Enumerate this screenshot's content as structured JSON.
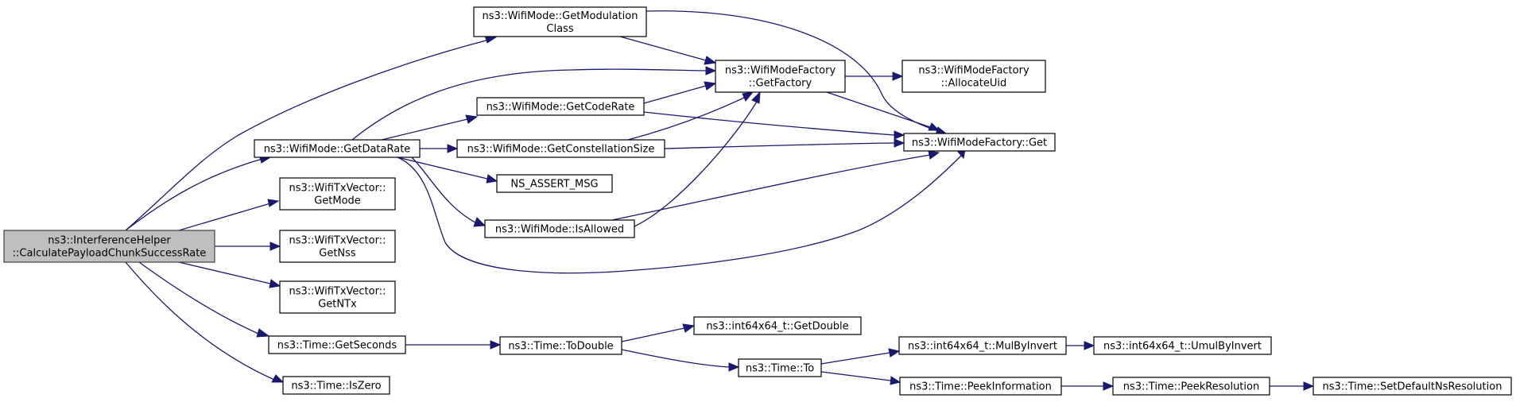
{
  "diagram": {
    "nodes": [
      {
        "id": "calc",
        "lines": [
          "ns3::InterferenceHelper",
          "::CalculatePayloadChunkSuccessRate"
        ],
        "root": true
      },
      {
        "id": "getmodclass",
        "lines": [
          "ns3::WifiMode::GetModulation",
          "Class"
        ]
      },
      {
        "id": "getdatarate",
        "lines": [
          "ns3::WifiMode::GetDataRate"
        ]
      },
      {
        "id": "getcoderate",
        "lines": [
          "ns3::WifiMode::GetCodeRate"
        ]
      },
      {
        "id": "getconst",
        "lines": [
          "ns3::WifiMode::GetConstellationSize"
        ]
      },
      {
        "id": "nsassert",
        "lines": [
          "NS_ASSERT_MSG"
        ]
      },
      {
        "id": "isallowed",
        "lines": [
          "ns3::WifiMode::IsAllowed"
        ]
      },
      {
        "id": "factory",
        "lines": [
          "ns3::WifiModeFactory",
          "::GetFactory"
        ]
      },
      {
        "id": "allocuid",
        "lines": [
          "ns3::WifiModeFactory",
          "::AllocateUid"
        ]
      },
      {
        "id": "fget",
        "lines": [
          "ns3::WifiModeFactory::Get"
        ]
      },
      {
        "id": "getmode",
        "lines": [
          "ns3::WifiTxVector::",
          "GetMode"
        ]
      },
      {
        "id": "getnss",
        "lines": [
          "ns3::WifiTxVector::",
          "GetNss"
        ]
      },
      {
        "id": "getntx",
        "lines": [
          "ns3::WifiTxVector::",
          "GetNTx"
        ]
      },
      {
        "id": "getseconds",
        "lines": [
          "ns3::Time::GetSeconds"
        ]
      },
      {
        "id": "iszero",
        "lines": [
          "ns3::Time::IsZero"
        ]
      },
      {
        "id": "todouble",
        "lines": [
          "ns3::Time::ToDouble"
        ]
      },
      {
        "id": "getdouble",
        "lines": [
          "ns3::int64x64_t::GetDouble"
        ]
      },
      {
        "id": "to",
        "lines": [
          "ns3::Time::To"
        ]
      },
      {
        "id": "mulbyinv",
        "lines": [
          "ns3::int64x64_t::MulByInvert"
        ]
      },
      {
        "id": "umulbyinv",
        "lines": [
          "ns3::int64x64_t::UmulByInvert"
        ]
      },
      {
        "id": "peekinfo",
        "lines": [
          "ns3::Time::PeekInformation"
        ]
      },
      {
        "id": "peekres",
        "lines": [
          "ns3::Time::PeekResolution"
        ]
      },
      {
        "id": "setdefns",
        "lines": [
          "ns3::Time::SetDefaultNsResolution"
        ]
      }
    ],
    "edges": [
      {
        "from": "calc",
        "to": "getmodclass"
      },
      {
        "from": "calc",
        "to": "getdatarate"
      },
      {
        "from": "calc",
        "to": "getmode"
      },
      {
        "from": "calc",
        "to": "getnss"
      },
      {
        "from": "calc",
        "to": "getntx"
      },
      {
        "from": "calc",
        "to": "getseconds"
      },
      {
        "from": "calc",
        "to": "iszero"
      },
      {
        "from": "getmodclass",
        "to": "factory"
      },
      {
        "from": "getmodclass",
        "to": "fget"
      },
      {
        "from": "getdatarate",
        "to": "factory"
      },
      {
        "from": "getdatarate",
        "to": "getcoderate"
      },
      {
        "from": "getdatarate",
        "to": "getconst"
      },
      {
        "from": "getdatarate",
        "to": "nsassert"
      },
      {
        "from": "getdatarate",
        "to": "isallowed"
      },
      {
        "from": "getdatarate",
        "to": "fget"
      },
      {
        "from": "getcoderate",
        "to": "factory"
      },
      {
        "from": "getcoderate",
        "to": "fget"
      },
      {
        "from": "getconst",
        "to": "factory"
      },
      {
        "from": "getconst",
        "to": "fget"
      },
      {
        "from": "isallowed",
        "to": "factory"
      },
      {
        "from": "isallowed",
        "to": "fget"
      },
      {
        "from": "factory",
        "to": "allocuid"
      },
      {
        "from": "factory",
        "to": "fget"
      },
      {
        "from": "getseconds",
        "to": "todouble"
      },
      {
        "from": "todouble",
        "to": "getdouble"
      },
      {
        "from": "todouble",
        "to": "to"
      },
      {
        "from": "to",
        "to": "mulbyinv"
      },
      {
        "from": "to",
        "to": "peekinfo"
      },
      {
        "from": "mulbyinv",
        "to": "umulbyinv"
      },
      {
        "from": "peekinfo",
        "to": "peekres"
      },
      {
        "from": "peekres",
        "to": "setdefns"
      }
    ]
  }
}
